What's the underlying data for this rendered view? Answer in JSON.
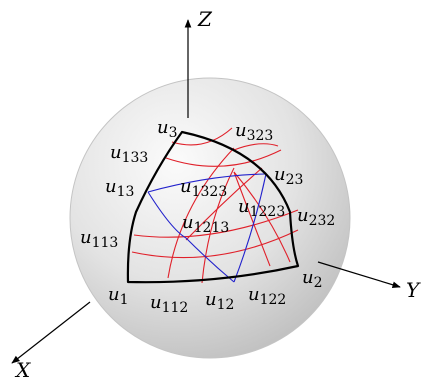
{
  "axes": {
    "x_label": "X",
    "y_label": "Y",
    "z_label": "Z"
  },
  "vertices": [
    {
      "id": "u1",
      "base": "u",
      "sub": "1"
    },
    {
      "id": "u2",
      "base": "u",
      "sub": "2"
    },
    {
      "id": "u3",
      "base": "u",
      "sub": "3"
    },
    {
      "id": "u12",
      "base": "u",
      "sub": "12"
    },
    {
      "id": "u13",
      "base": "u",
      "sub": "13"
    },
    {
      "id": "u23",
      "base": "u",
      "sub": "23"
    },
    {
      "id": "u112",
      "base": "u",
      "sub": "112"
    },
    {
      "id": "u122",
      "base": "u",
      "sub": "122"
    },
    {
      "id": "u113",
      "base": "u",
      "sub": "113"
    },
    {
      "id": "u133",
      "base": "u",
      "sub": "133"
    },
    {
      "id": "u232",
      "base": "u",
      "sub": "232"
    },
    {
      "id": "u323",
      "base": "u",
      "sub": "323"
    },
    {
      "id": "u1213",
      "base": "u",
      "sub": "1213"
    },
    {
      "id": "u1223",
      "base": "u",
      "sub": "1223"
    },
    {
      "id": "u1323",
      "base": "u",
      "sub": "1323"
    }
  ],
  "colors": {
    "boundary": "#000000",
    "red_curves": "#e0202a",
    "blue_curves": "#2222cc",
    "sphere_light": "#f6f6f6",
    "sphere_dark": "#bdbdbd"
  }
}
